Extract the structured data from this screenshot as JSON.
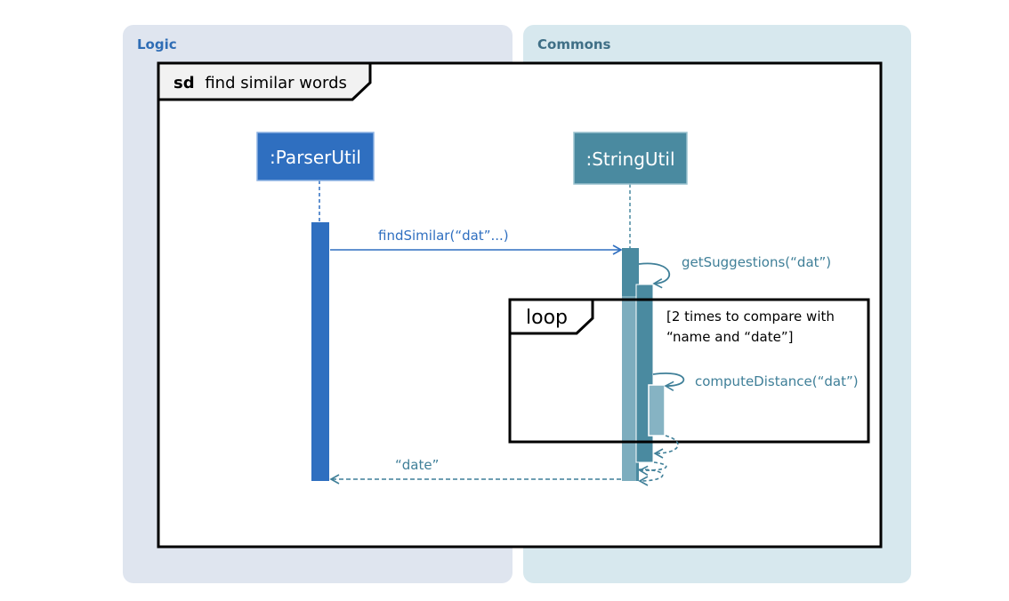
{
  "swimlanes": {
    "logic": {
      "title": "Logic"
    },
    "commons": {
      "title": "Commons"
    }
  },
  "frame": {
    "keyword": "sd",
    "name": "find similar words"
  },
  "participants": {
    "parser_util": {
      "label": ":ParserUtil",
      "color": "#2f6fc0"
    },
    "string_util": {
      "label": ":StringUtil",
      "color": "#4a8aa0"
    }
  },
  "loop": {
    "keyword": "loop",
    "guard_line1": "[2 times to compare with",
    "guard_line2": "“name and “date”]"
  },
  "messages": {
    "find_similar": "findSimilar(“dat”...)",
    "get_suggestions": "getSuggestions(“dat”)",
    "compute_distance": "computeDistance(“dat”)",
    "return_date": "“date”"
  },
  "colors": {
    "logic_lane": "#dfe5ef",
    "commons_lane": "#d7e8ee",
    "parser_blue": "#2f6fc0",
    "string_teal": "#4a8aa0",
    "activation_light": "#7faebd",
    "message_teal": "#3f7f98"
  }
}
